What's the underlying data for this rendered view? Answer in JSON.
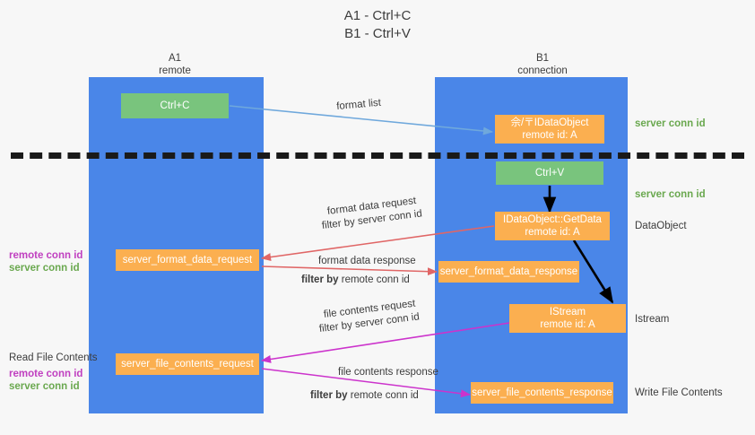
{
  "title": {
    "line1": "A1 - Ctrl+C",
    "line2": "B1 - Ctrl+V"
  },
  "columns": [
    {
      "name": "A1",
      "role": "remote"
    },
    {
      "name": "B1",
      "role": "connection"
    }
  ],
  "boxes": {
    "ctrl_c": "Ctrl+C",
    "ctrl_v": "Ctrl+V",
    "ole_idataobject_l1": "佘/〒IDataObject",
    "ole_idataobject_l2": "remote id: A",
    "getdata_l1": "IDataObject::GetData",
    "getdata_l2": "remote id: A",
    "istream_l1": "IStream",
    "istream_l2": "remote id: A",
    "server_format_data_request": "server_format_data_request",
    "server_format_data_response": "server_format_data_response",
    "server_file_contents_request": "server_file_contents_request",
    "server_file_contents_response": "server_file_contents_response"
  },
  "right_labels": {
    "server_conn_id_top": "server conn id",
    "server_conn_id_mid": "server conn id",
    "dataobject": "DataObject",
    "istream": "Istream",
    "write_file_contents": "Write File Contents"
  },
  "left_labels": {
    "remote_conn_id_1": "remote conn id",
    "server_conn_id_1": "server conn id",
    "read_file_contents": "Read File Contents",
    "remote_conn_id_2": "remote conn id",
    "server_conn_id_2": "server conn id"
  },
  "flow_labels": {
    "format_list": "format list",
    "format_data_request": "format data request",
    "filter_by": "filter by ",
    "filter_server_conn_id_a": "server conn id",
    "format_data_response": "format data response",
    "filter_remote_conn_id_a": "remote conn id",
    "file_contents_request": "file contents request",
    "filter_server_conn_id_b": "server conn id",
    "file_contents_response": "file contents response",
    "filter_remote_conn_id_b": "remote conn id"
  },
  "colors": {
    "lane": "#4a86e8",
    "green_box": "#79c47d",
    "orange_box": "#fbaf50",
    "green_text": "#6aa84f",
    "magenta_text": "#c040c0",
    "arrow_blue": "#6fa8dc",
    "arrow_red": "#e06666",
    "arrow_magenta": "#cc33cc",
    "arrow_black": "#000000",
    "background": "#f7f7f7"
  }
}
